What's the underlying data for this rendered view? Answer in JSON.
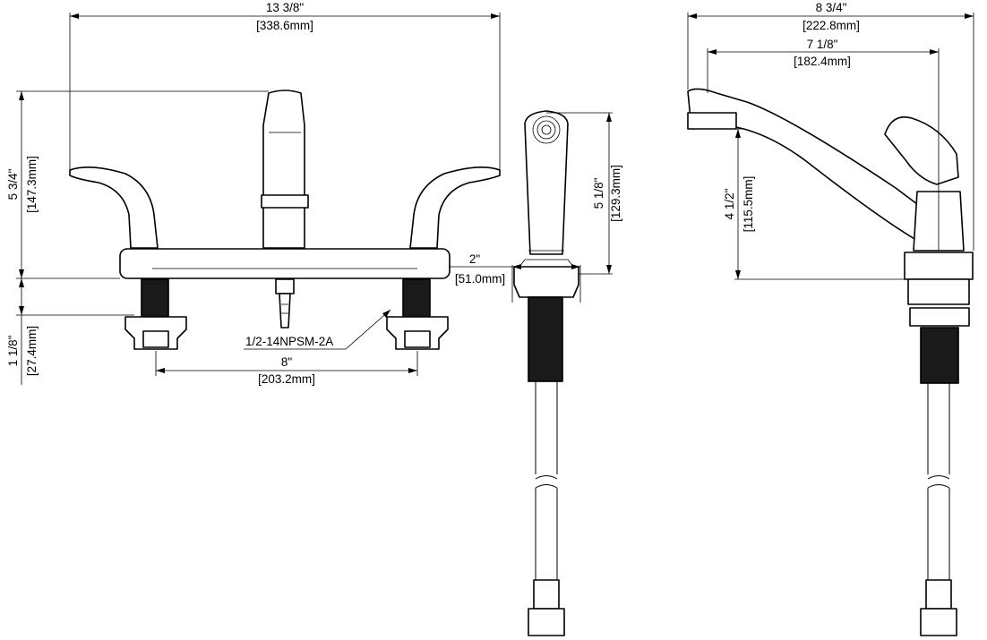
{
  "front_view": {
    "overall_width": {
      "imperial": "13 3/8\"",
      "metric": "[338.6mm]"
    },
    "height": {
      "imperial": "5 3/4\"",
      "metric": "[147.3mm]"
    },
    "shank_length": {
      "imperial": "1 1/8\"",
      "metric": "[27.4mm]"
    },
    "center_spacing": {
      "imperial": "8\"",
      "metric": "[203.2mm]"
    },
    "thread_callout": "1/2-14NPSM-2A"
  },
  "sprayer_view": {
    "height": {
      "imperial": "5 1/8\"",
      "metric": "[129.3mm]"
    },
    "base_diameter": {
      "imperial": "2\"",
      "metric": "[51.0mm]"
    }
  },
  "side_view": {
    "overall_depth": {
      "imperial": "8 3/4\"",
      "metric": "[222.8mm]"
    },
    "spout_reach": {
      "imperial": "7 1/8\"",
      "metric": "[182.4mm]"
    },
    "spout_height": {
      "imperial": "4 1/2\"",
      "metric": "[115.5mm]"
    }
  }
}
